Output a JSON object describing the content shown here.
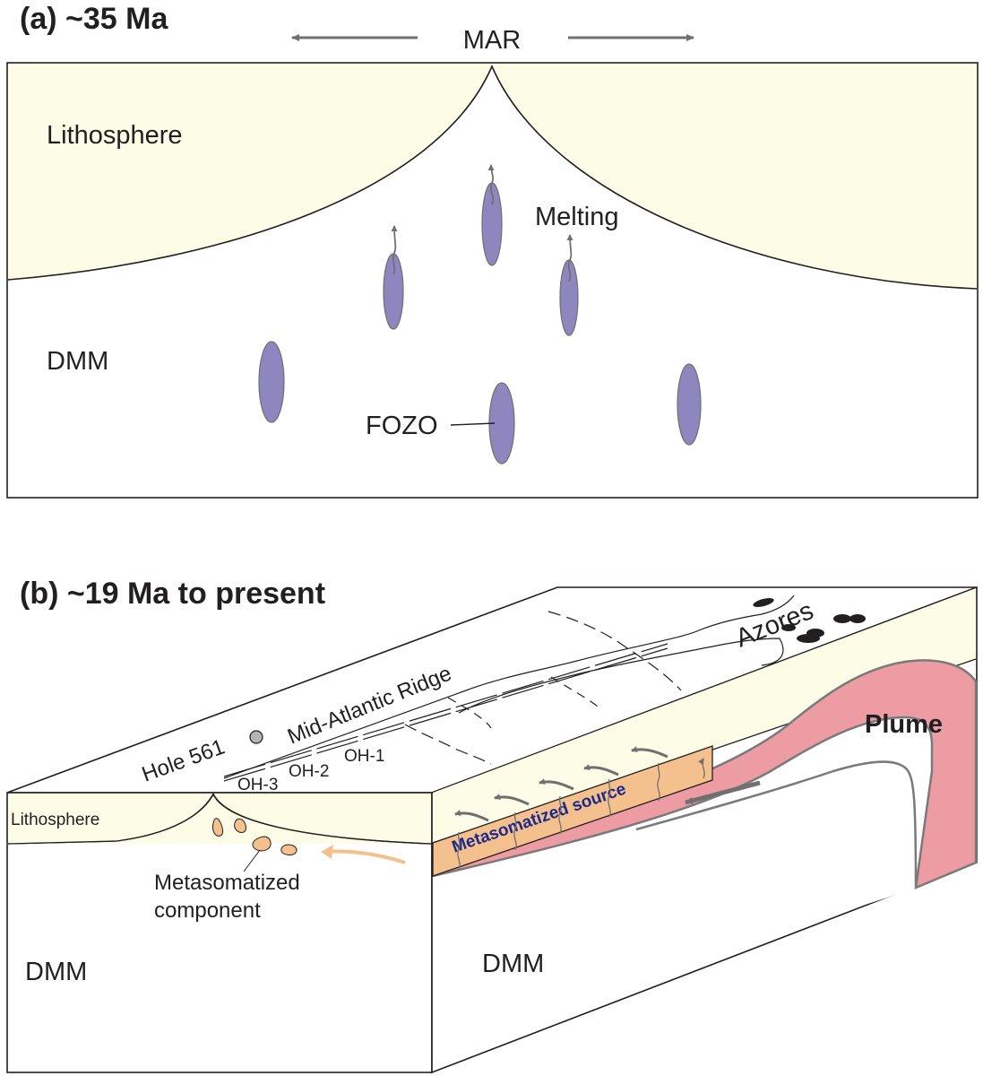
{
  "panel_a": {
    "title": "(a) ~35 Ma",
    "ridge_label": "MAR",
    "lithosphere_label": "Lithosphere",
    "mantle_label": "DMM",
    "melting_label": "Melting",
    "fozo_label": "FOZO"
  },
  "panel_b": {
    "title": "(b) ~19 Ma to present",
    "ridge_label": "Mid-Atlantic Ridge",
    "azores_label": "Azores",
    "hole_label": "Hole 561",
    "site_labels": [
      "OH-1",
      "OH-2",
      "OH-3"
    ],
    "lithosphere_label": "Lithosphere",
    "component_label_line1": "Metasomatized",
    "component_label_line2": "component",
    "source_label": "Metasomatized source",
    "plume_label": "Plume",
    "mantle_left_label": "DMM",
    "mantle_right_label": "DMM"
  },
  "colors": {
    "lithosphere": "#fdfce6",
    "blob": "#8e86bf",
    "plume": "#ee9ca3",
    "metasomatized": "#f4c08e",
    "arrow": "#707070",
    "source_text": "#1c2a8c"
  }
}
